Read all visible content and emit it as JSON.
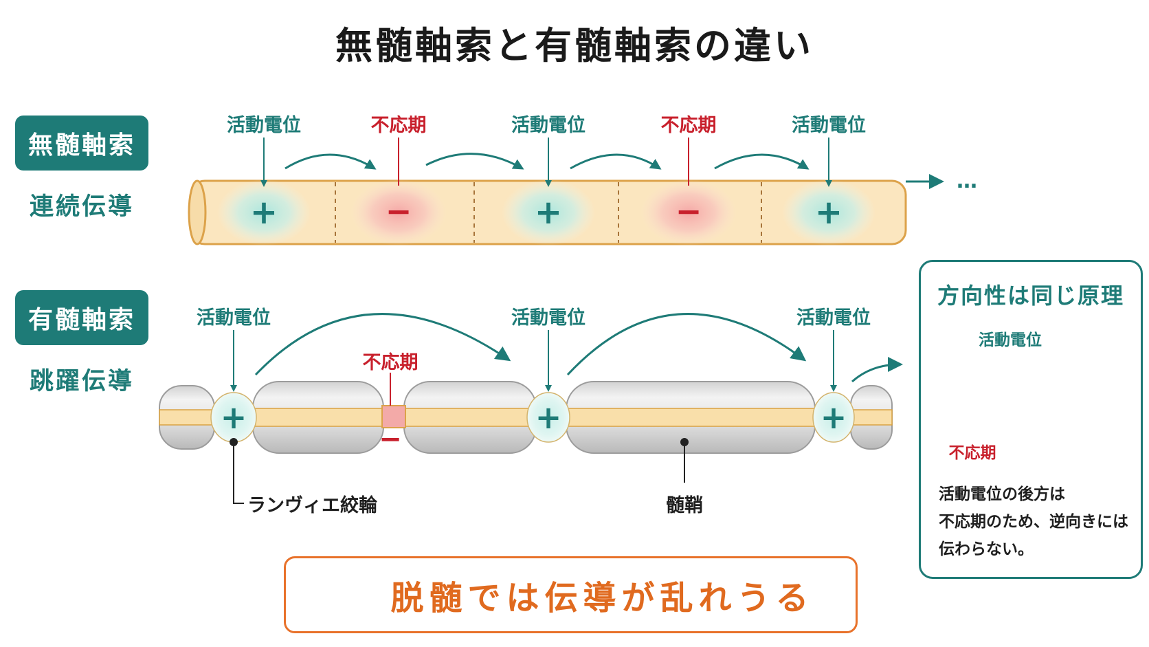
{
  "title": "無髄軸索と有髄軸索の違い",
  "unmyelinated": {
    "badge": "無髄軸索",
    "conduction": "連続伝導",
    "labels": [
      "活動電位",
      "不応期",
      "活動電位",
      "不応期",
      "活動電位"
    ],
    "ellipsis": "…"
  },
  "myelinated": {
    "badge": "有髄軸索",
    "conduction": "跳躍伝導",
    "labels": [
      "活動電位",
      "活動電位",
      "活動電位"
    ],
    "refractory": "不応期",
    "node_label": "ランヴィエ絞輪",
    "sheath_label": "髄鞘"
  },
  "symbols": {
    "plus": "+",
    "minus": "−"
  },
  "panel": {
    "title": "方向性は同じ原理",
    "active_label": "活動電位",
    "refractory_label": "不応期",
    "note_lines": [
      "活動電位の後方は",
      "不応期のため、逆向きには",
      "伝わらない。"
    ],
    "cross": "×"
  },
  "warning": {
    "text": "脱髄では伝導が乱れうる",
    "icon": "warning-triangle-icon"
  },
  "colors": {
    "teal": "#1e7b77",
    "red": "#c8202c",
    "orange": "#e8722b",
    "axon_fill": "#fbe6bf",
    "axon_edge": "#dca24a"
  }
}
